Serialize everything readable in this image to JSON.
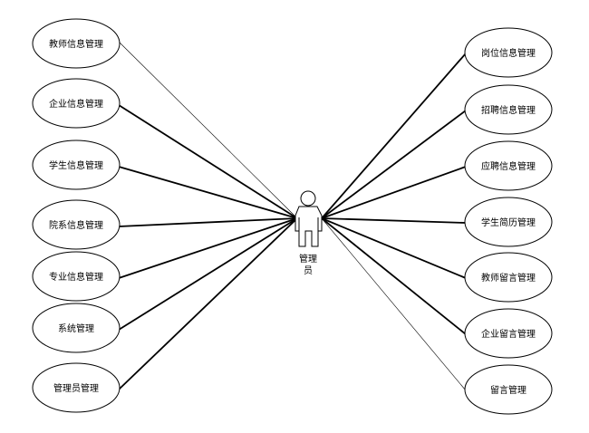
{
  "actor": {
    "label_line1": "管理",
    "label_line2": "员",
    "icon": "person-icon"
  },
  "left_use_cases": [
    {
      "label": "教师信息管理"
    },
    {
      "label": "企业信息管理"
    },
    {
      "label": "学生信息管理"
    },
    {
      "label": "院系信息管理"
    },
    {
      "label": "专业信息管理"
    },
    {
      "label": "系统管理"
    },
    {
      "label": "管理员管理"
    }
  ],
  "right_use_cases": [
    {
      "label": "岗位信息管理"
    },
    {
      "label": "招聘信息管理"
    },
    {
      "label": "应聘信息管理"
    },
    {
      "label": "学生简历管理"
    },
    {
      "label": "教师留言管理"
    },
    {
      "label": "企业留言管理"
    },
    {
      "label": "留言管理"
    }
  ],
  "colors": {
    "line": "#000000",
    "ellipse_stroke": "#000000",
    "ellipse_fill": "#ffffff"
  }
}
